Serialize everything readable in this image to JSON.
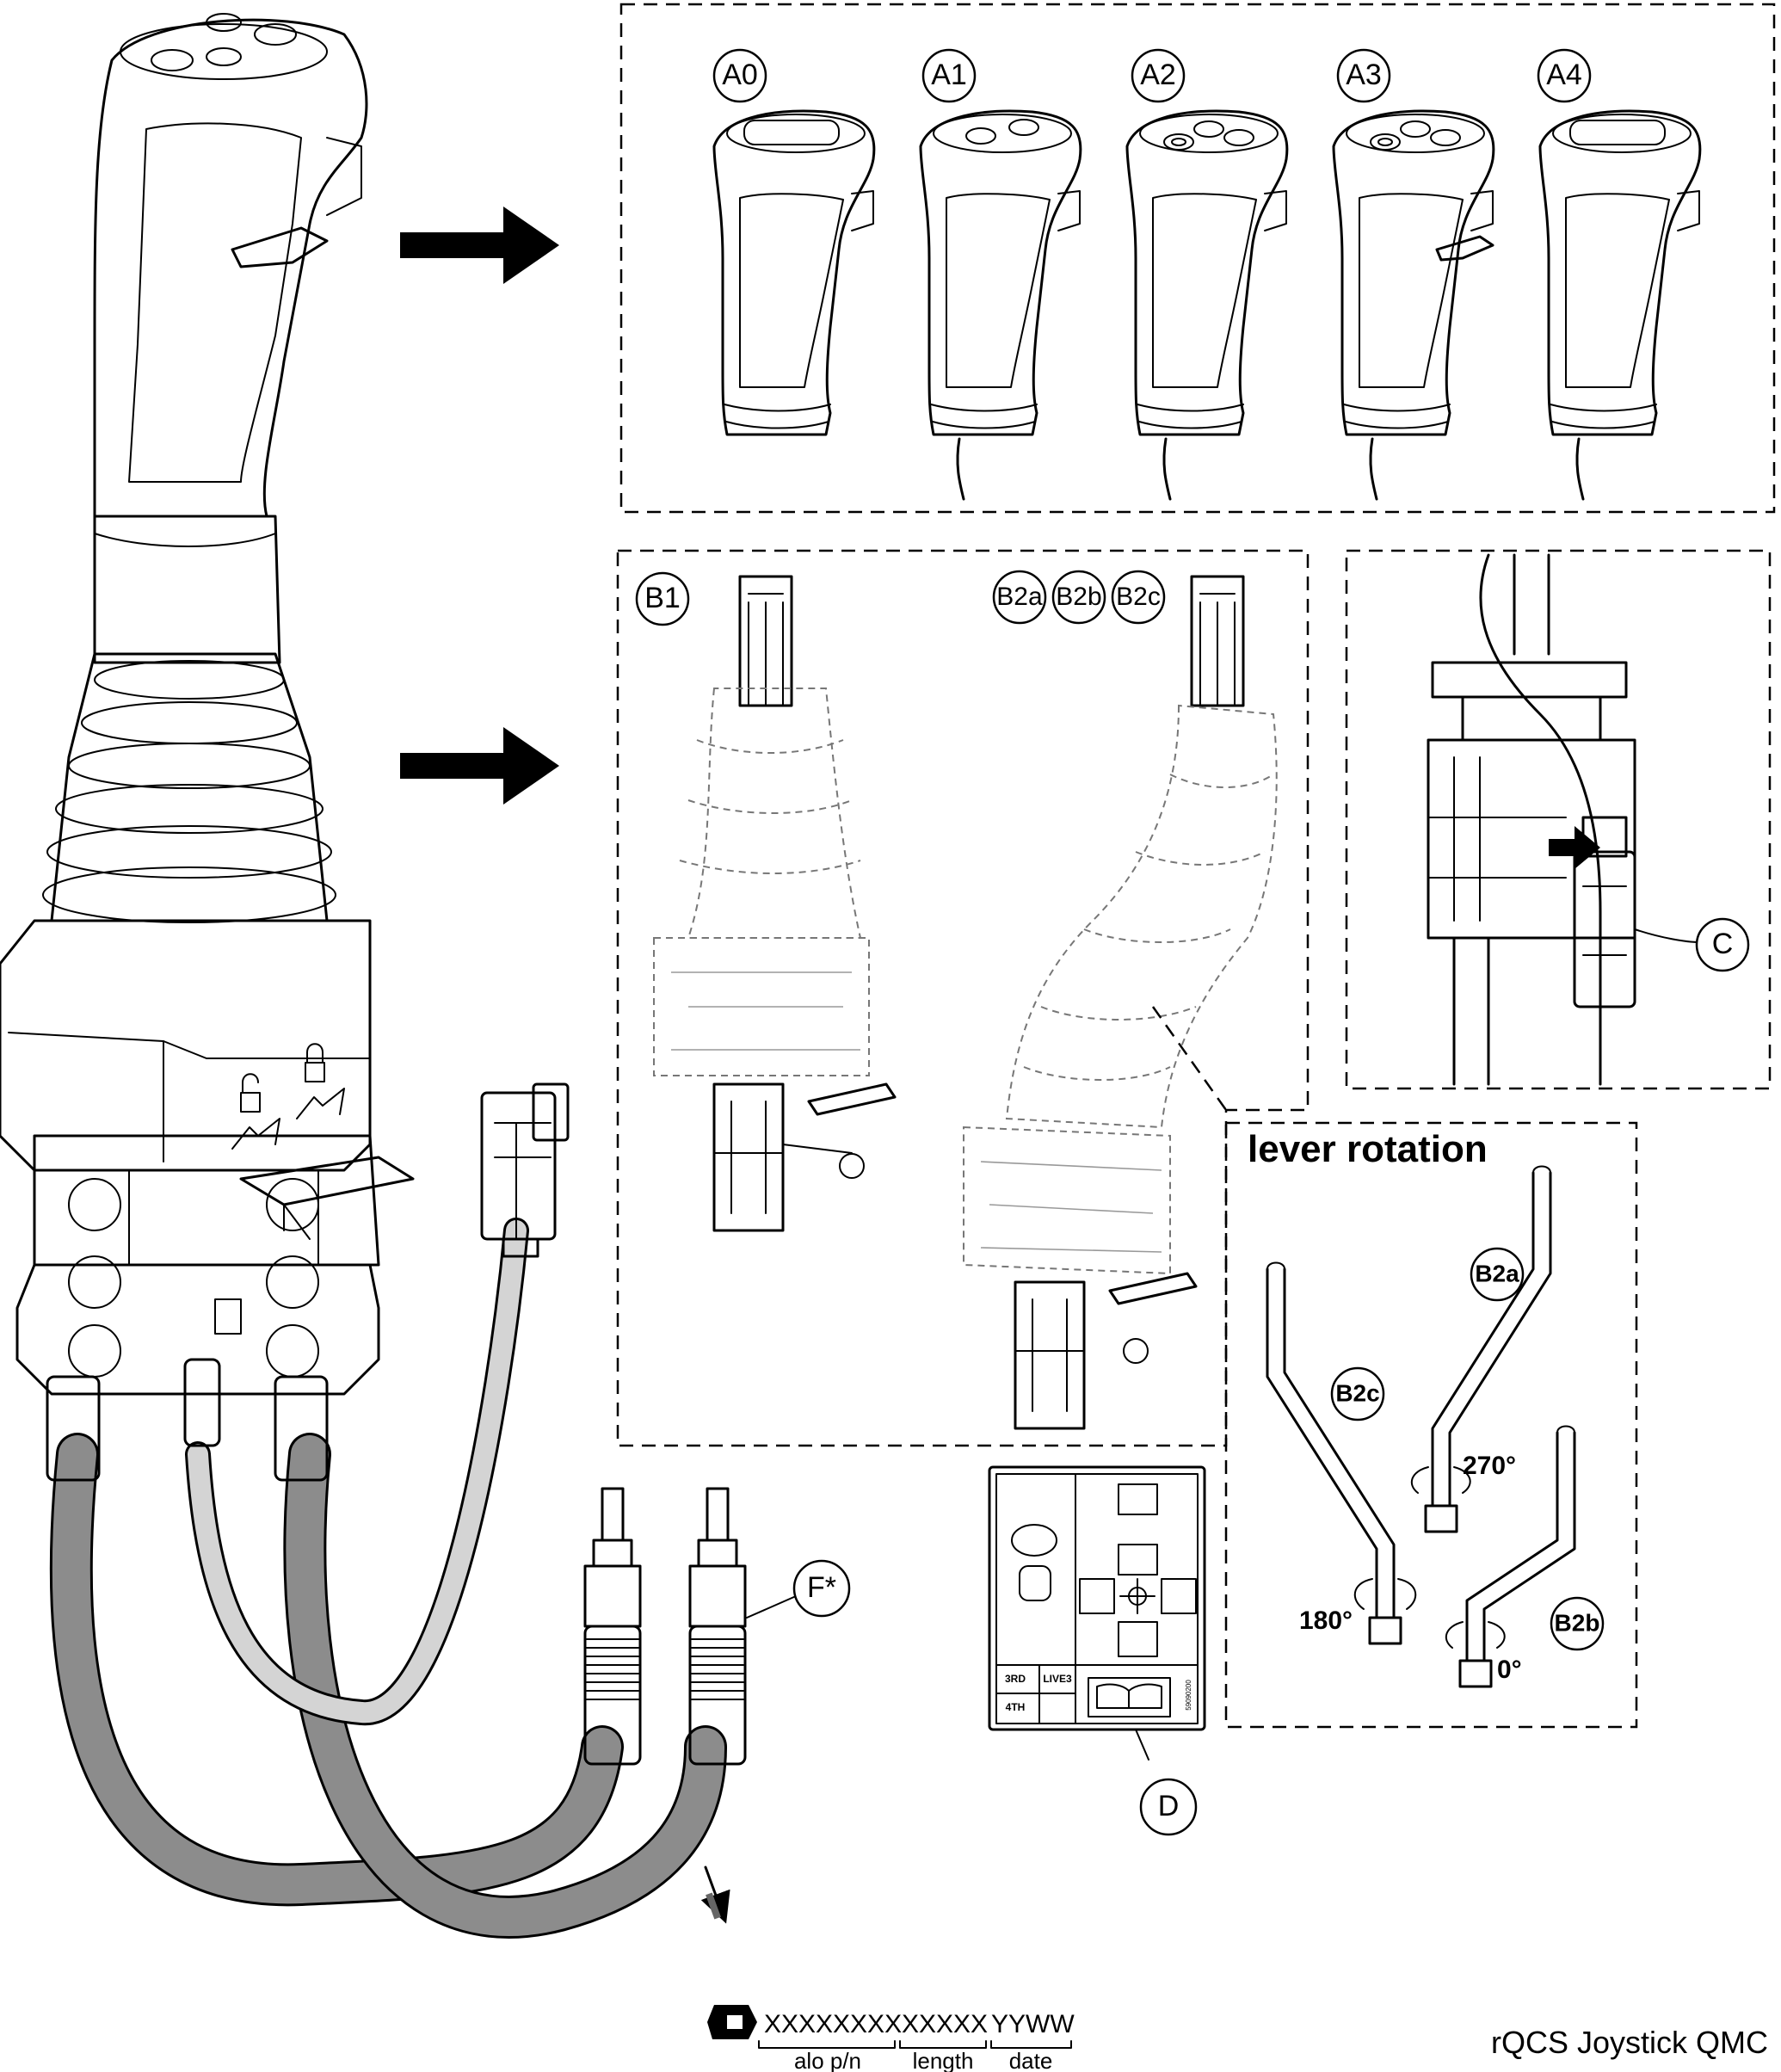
{
  "variants": {
    "a": [
      "A0",
      "A1",
      "A2",
      "A3",
      "A4"
    ],
    "b1": "B1",
    "b2": [
      "B2a",
      "B2b",
      "B2c"
    ],
    "connector": "C",
    "decal": "D",
    "plug": "F*"
  },
  "lever_rotation": {
    "title": "lever rotation",
    "items": [
      {
        "label": "B2a",
        "angle": "270°"
      },
      {
        "label": "B2c",
        "angle": "180°"
      },
      {
        "label": "B2b",
        "angle": "0°"
      }
    ]
  },
  "decal_labels": {
    "third": "3RD",
    "fourth": "4TH",
    "live": "LIVE3",
    "serial": "59090200"
  },
  "part_code": {
    "part_number": "XXXXXXXX",
    "length": "XXXXX",
    "date": "YYWW",
    "part_number_label": "alo p/n",
    "length_label": "length",
    "date_label": "date"
  },
  "footer": "rQCS Joystick QMC"
}
